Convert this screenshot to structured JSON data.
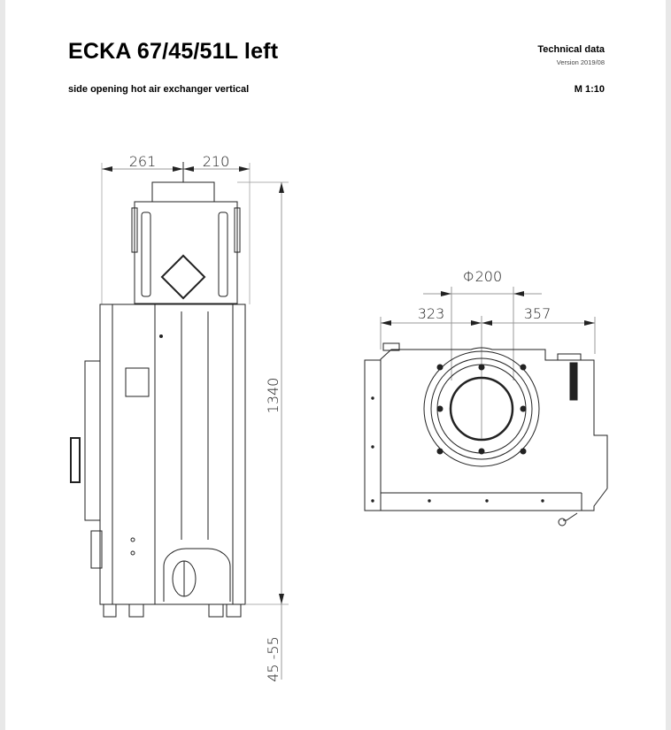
{
  "header": {
    "title": "ECKA 67/45/51L left",
    "subtitle": "side opening hot air exchanger vertical",
    "section": "Technical data",
    "version": "Version 2019/08",
    "scale": "M 1:10"
  },
  "front_view": {
    "dims": {
      "left_offset": "261",
      "right_offset": "210",
      "height": "1340",
      "feet": "45 -55"
    }
  },
  "side_view": {
    "dims": {
      "diameter": "Φ200",
      "left_offset": "323",
      "right_offset": "357"
    }
  }
}
